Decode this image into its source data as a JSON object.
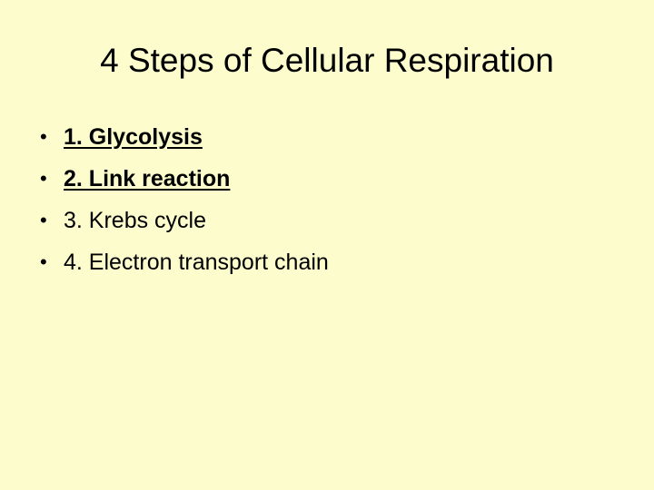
{
  "slide": {
    "title": "4 Steps of Cellular Respiration",
    "bullet_char": "•",
    "items": [
      {
        "text": "1. Glycolysis"
      },
      {
        "text": "2. Link reaction"
      },
      {
        "text": "3. Krebs cycle"
      },
      {
        "text": "4. Electron transport chain"
      }
    ]
  },
  "colors": {
    "background": "#fcfccc",
    "text": "#000000"
  }
}
